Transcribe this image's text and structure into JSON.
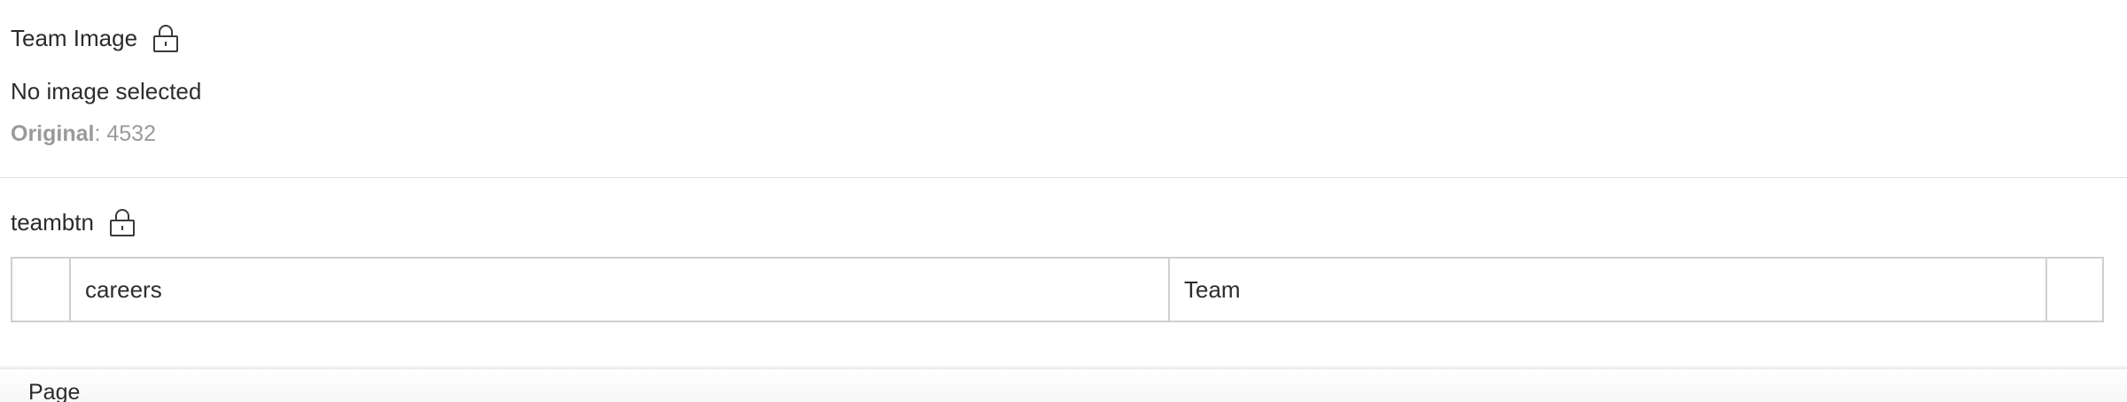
{
  "team_image": {
    "label": "Team Image",
    "lock_icon": "lock-icon",
    "status": "No image selected",
    "original_label": "Original",
    "original_value": ": 4532"
  },
  "teambtn": {
    "label": "teambtn",
    "lock_icon": "lock-icon",
    "row": {
      "slug": "careers",
      "text": "Team"
    }
  },
  "footer": {
    "tab_label": "Page"
  }
}
